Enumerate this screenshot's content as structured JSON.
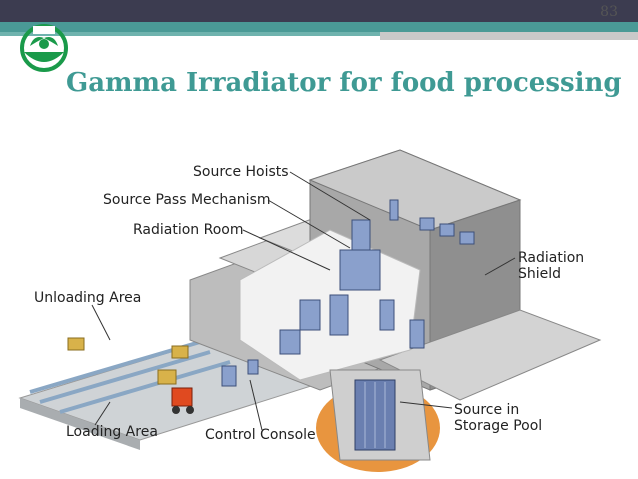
{
  "slide": {
    "page_number": "83",
    "title": "Gamma Irradiator for food processing"
  },
  "labels": {
    "source_hoists": "Source Hoists",
    "source_pass_mechanism": "Source Pass Mechanism",
    "radiation_room": "Radiation Room",
    "radiation_shield_line1": "Radiation",
    "radiation_shield_line2": "Shield",
    "unloading_area": "Unloading Area",
    "loading_area": "Loading Area",
    "control_console": "Control Console",
    "source_pool_line1": "Source in",
    "source_pool_line2": "Storage Pool"
  },
  "colors": {
    "title": "#3f9a94",
    "logo": "#1a9a4a",
    "shield_wall": "#a8a8a8",
    "pool_glow": "#e07a20"
  }
}
